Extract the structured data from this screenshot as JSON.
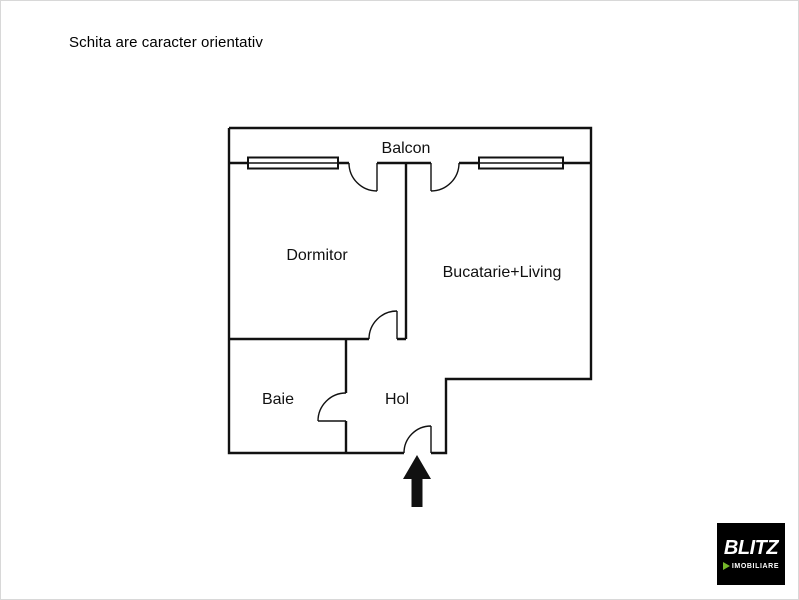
{
  "disclaimer": "Schita are caracter orientativ",
  "floorplan": {
    "rooms": {
      "balcon": {
        "label": "Balcon"
      },
      "dormitor": {
        "label": "Dormitor"
      },
      "bucatarie_living": {
        "label": "Bucatarie+Living"
      },
      "baie": {
        "label": "Baie"
      },
      "hol": {
        "label": "Hol"
      }
    },
    "entrance_marker": "up-arrow",
    "wall_color": "#111111"
  },
  "logo": {
    "brand": "BLITZ",
    "sub": "IMOBILIARE",
    "accent_color": "#76b82a",
    "bg_color": "#000000"
  }
}
